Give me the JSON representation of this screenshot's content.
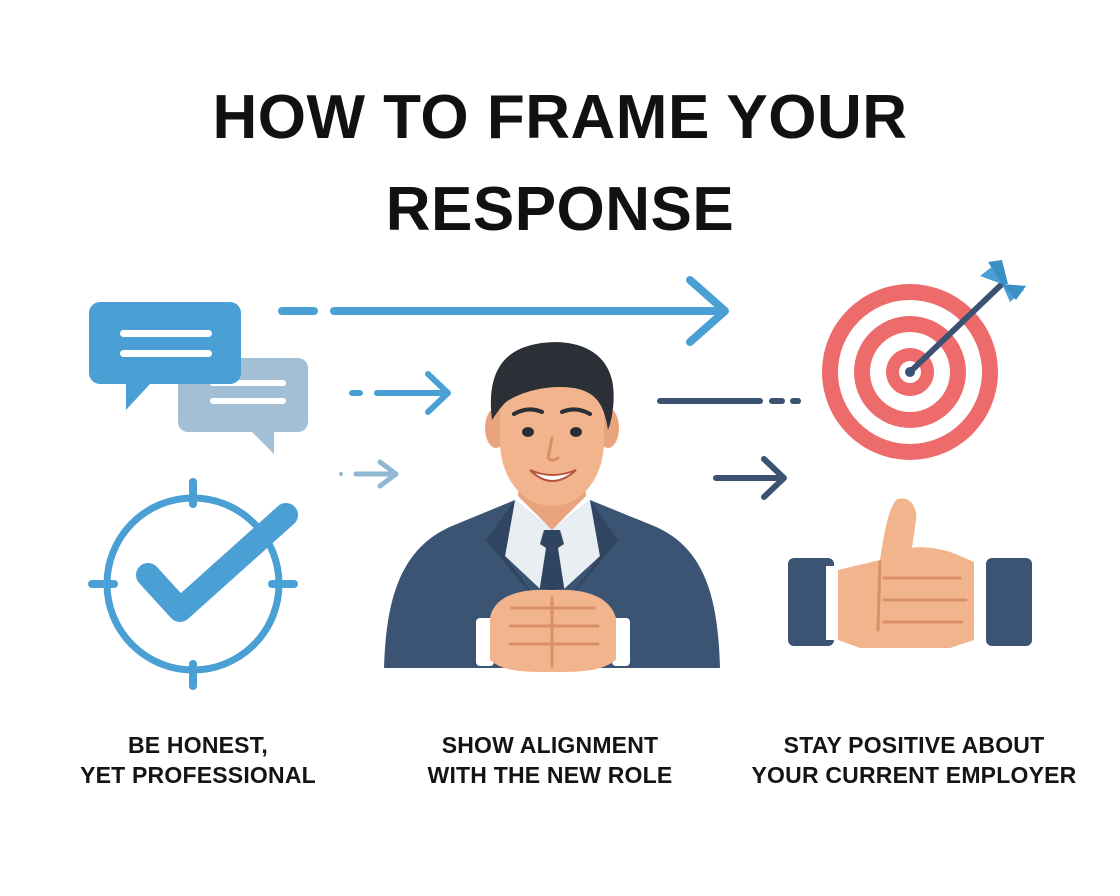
{
  "title": {
    "line1": "HOW TO FRAME YOUR",
    "line2": "RESPONSE"
  },
  "captions": [
    {
      "line1": "BE HONEST,",
      "line2": "YET PROFESSIONAL"
    },
    {
      "line1": "SHOW ALIGNMENT",
      "line2": "WITH THE NEW ROLE"
    },
    {
      "line1": "STAY POSITIVE ABOUT",
      "line2": "YOUR CURRENT EMPLOYER"
    }
  ],
  "icons": [
    "chat-bubbles-icon",
    "checkmark-target-icon",
    "businessman-illustration",
    "bullseye-arrow-icon",
    "thumbs-up-icon",
    "arrow-icon"
  ],
  "colors": {
    "title_text": "#111111",
    "accent_blue": "#4a9fd4",
    "navy": "#3b5272",
    "target_red": "#ee6b6b",
    "skin": "#f2b48c"
  }
}
